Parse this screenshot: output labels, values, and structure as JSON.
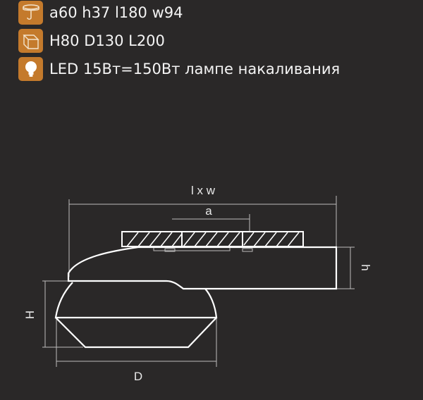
{
  "specs": {
    "mounting": {
      "icon": "ceiling-mount-icon",
      "text": "a60 h37 l180 w94"
    },
    "dimensions": {
      "icon": "box-dimensions-icon",
      "text": "H80 D130 L200"
    },
    "lamp": {
      "icon": "light-bulb-icon",
      "text": "LED 15Вт=150Вт лампе накаливания"
    }
  },
  "drawing": {
    "label_lxw": "l x w",
    "label_a": "a",
    "label_h_small": "h",
    "label_H": "H",
    "label_D": "D"
  },
  "colors": {
    "background": "#2a2828",
    "accent": "#c47a2c",
    "line": "#ffffff"
  }
}
